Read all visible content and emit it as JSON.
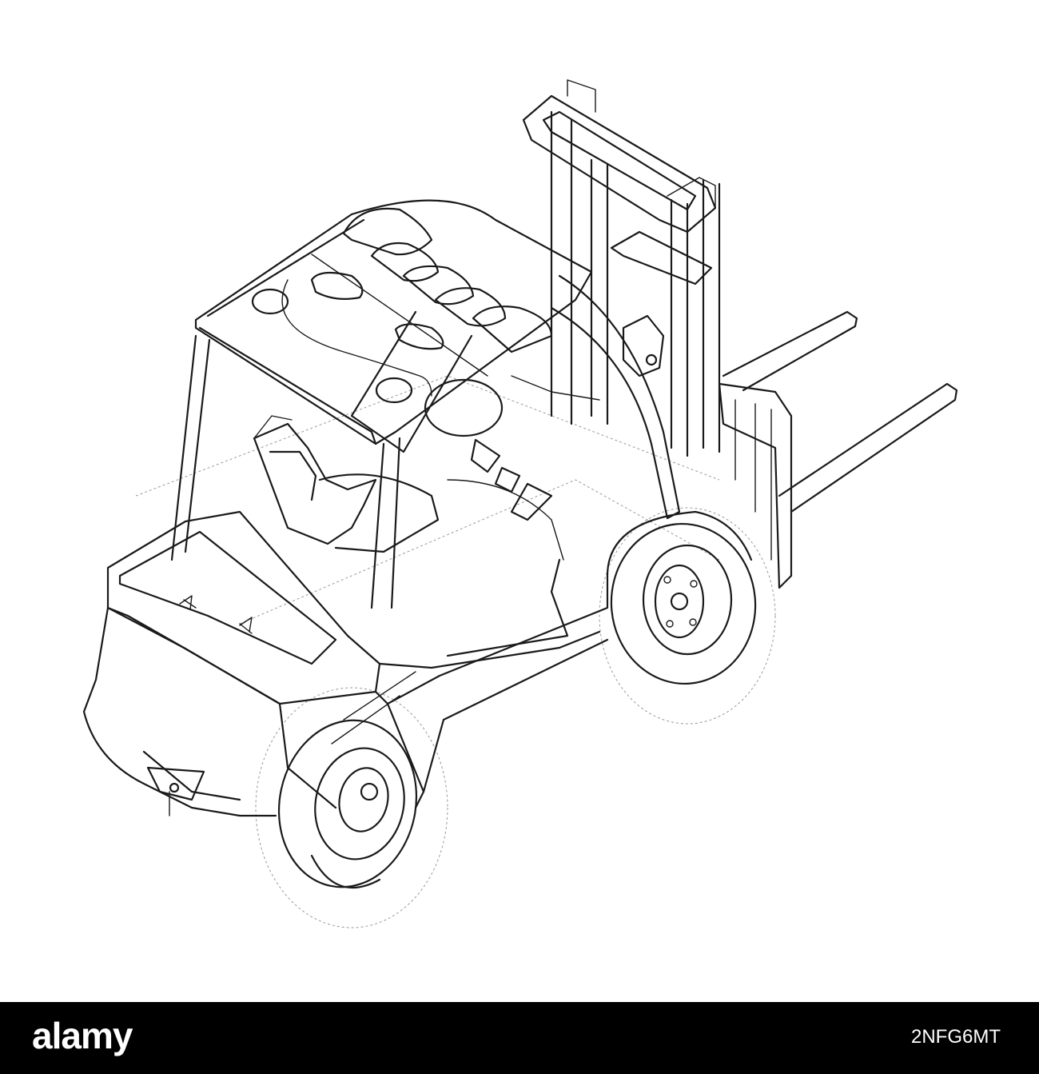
{
  "illustration": {
    "subject": "forklift-wireframe",
    "line_color": "#1a1a1a",
    "background": "#ffffff"
  },
  "footer": {
    "background": "#000000",
    "text_color": "#ffffff",
    "logo_text": "alamy",
    "image_id": "2NFG6MT"
  }
}
